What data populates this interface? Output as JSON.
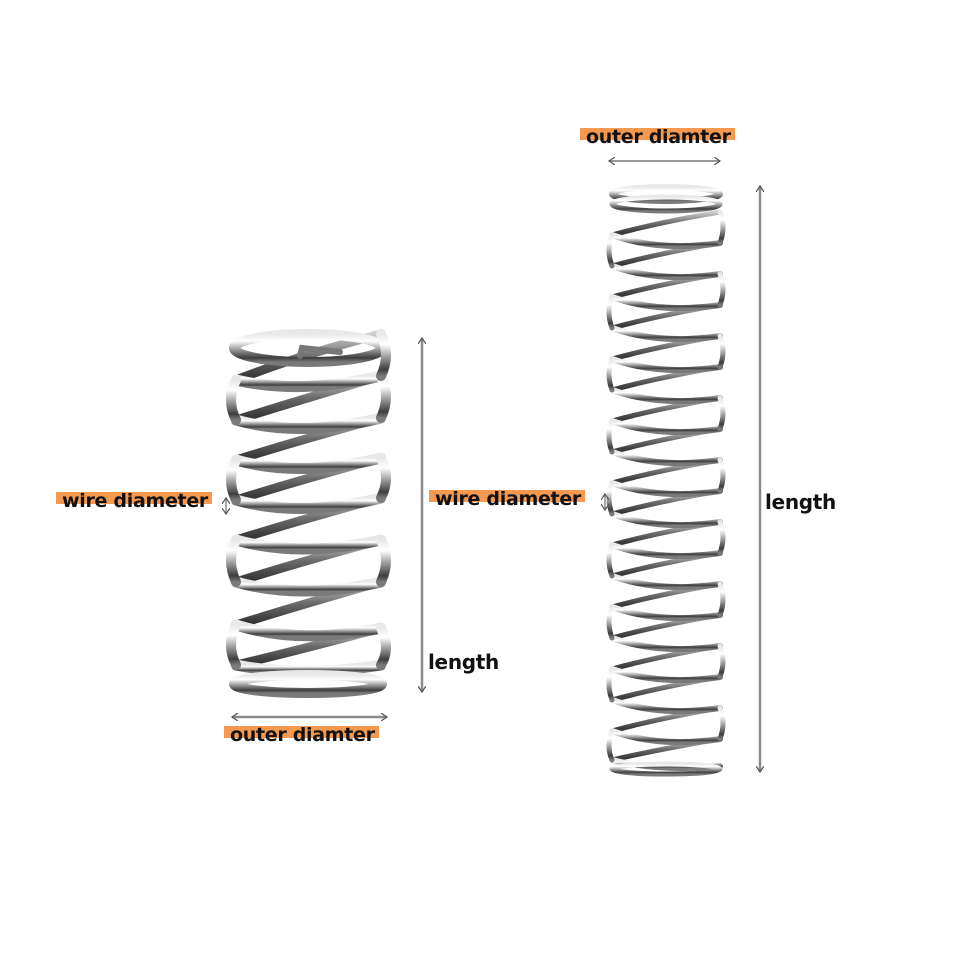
{
  "colors": {
    "highlight": "#F4994F",
    "text": "#111111",
    "arrow": "#9a9a9a",
    "steel_light": "#f2f2f2",
    "steel_mid": "#a8a8a8",
    "steel_dark": "#4a4a4a",
    "background": "#ffffff"
  },
  "left_spring": {
    "coils": 8,
    "labels": {
      "wire_diameter": "wire diameter",
      "length": "length",
      "outer_diameter": "outer diamter"
    }
  },
  "right_spring": {
    "coils": 19,
    "labels": {
      "outer_diameter": "outer diamter",
      "wire_diameter": "wire diameter",
      "length": "length"
    }
  },
  "icons": {
    "double_arrow_horizontal": "double-arrow-horizontal-icon",
    "double_arrow_vertical": "double-arrow-vertical-icon"
  }
}
